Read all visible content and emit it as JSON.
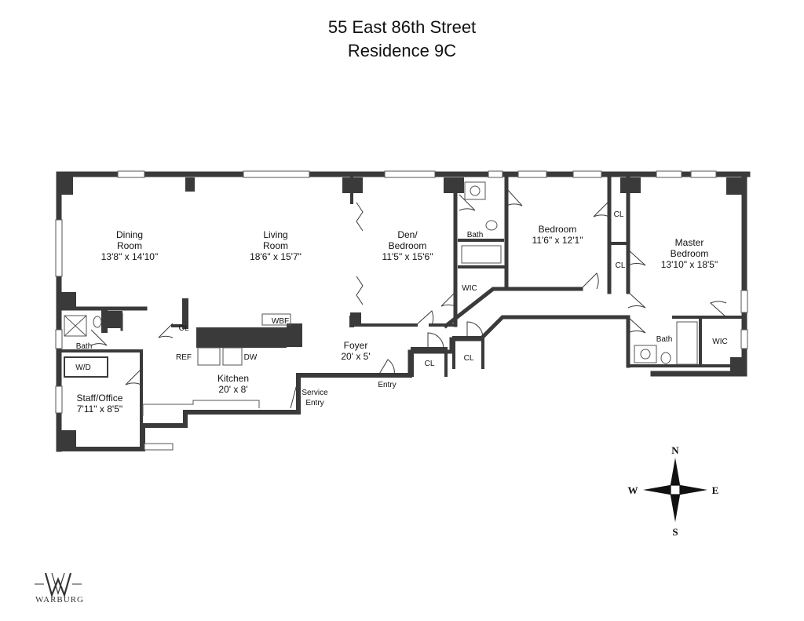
{
  "title": {
    "address": "55 East 86th Street",
    "unit": "Residence 9C"
  },
  "rooms": {
    "dining": {
      "line1": "Dining",
      "line2": "Room",
      "dims": "13'8\" x 14'10\""
    },
    "living": {
      "line1": "Living",
      "line2": "Room",
      "dims": "18'6\" x 15'7\""
    },
    "den": {
      "line1": "Den/",
      "line2": "Bedroom",
      "dims": "11'5\" x 15'6\""
    },
    "bedroom": {
      "line1": "Bedroom",
      "dims": "11'6\" x 12'1\""
    },
    "master": {
      "line1": "Master",
      "line2": "Bedroom",
      "dims": "13'10\" x 18'5\""
    },
    "kitchen": {
      "line1": "Kitchen",
      "dims": "20' x 8'"
    },
    "foyer": {
      "line1": "Foyer",
      "dims": "20' x 5'"
    },
    "staff": {
      "line1": "Staff/Office",
      "dims": "7'11\" x 8'5\""
    }
  },
  "labels": {
    "bath": "Bath",
    "cl": "CL",
    "wic": "WIC",
    "wbf": "WBF",
    "wd": "W/D",
    "ref": "REF",
    "dw": "DW",
    "entry": "Entry",
    "service_line1": "Service",
    "service_line2": "Entry"
  },
  "compass": {
    "n": "N",
    "s": "S",
    "e": "E",
    "w": "W"
  },
  "brand": {
    "name": "WARBURG"
  }
}
